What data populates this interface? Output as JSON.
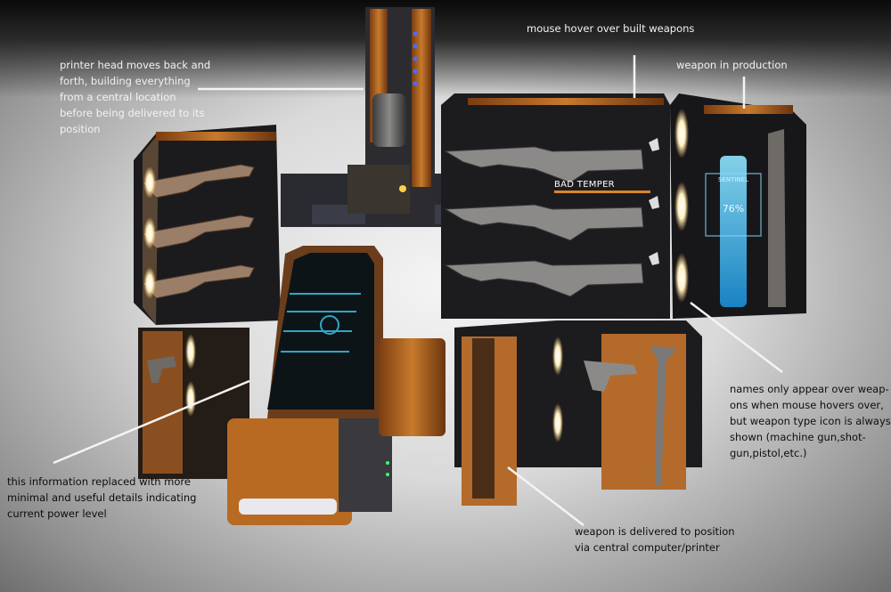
{
  "annotations": {
    "printer_head": [
      "printer head moves back and",
      "forth, building everything",
      "from a central location",
      "before being delivered to its",
      "position"
    ],
    "mouse_hover": [
      "mouse hover over built weapons"
    ],
    "in_production": [
      "weapon in production"
    ],
    "names_hover": [
      "names only appear over weap-",
      "ons when mouse hovers over,",
      "but weapon type icon is always",
      "shown (machine gun,shot-",
      "gun,pistol,etc.)"
    ],
    "info_replaced": [
      "this information replaced with more",
      "minimal and useful details indicating",
      "current power level"
    ],
    "delivered": [
      "weapon is delivered to position",
      "via central computer/printer"
    ]
  },
  "weapon_hover_name": "BAD TEMPER",
  "production": {
    "progress": 0.76,
    "label": "76%",
    "tag": "SENTINEL"
  },
  "colors": {
    "orange": "#d9862b",
    "glow": "#fff4d0",
    "holo": "#3fc8ff",
    "panel": "#1c1c1f"
  }
}
